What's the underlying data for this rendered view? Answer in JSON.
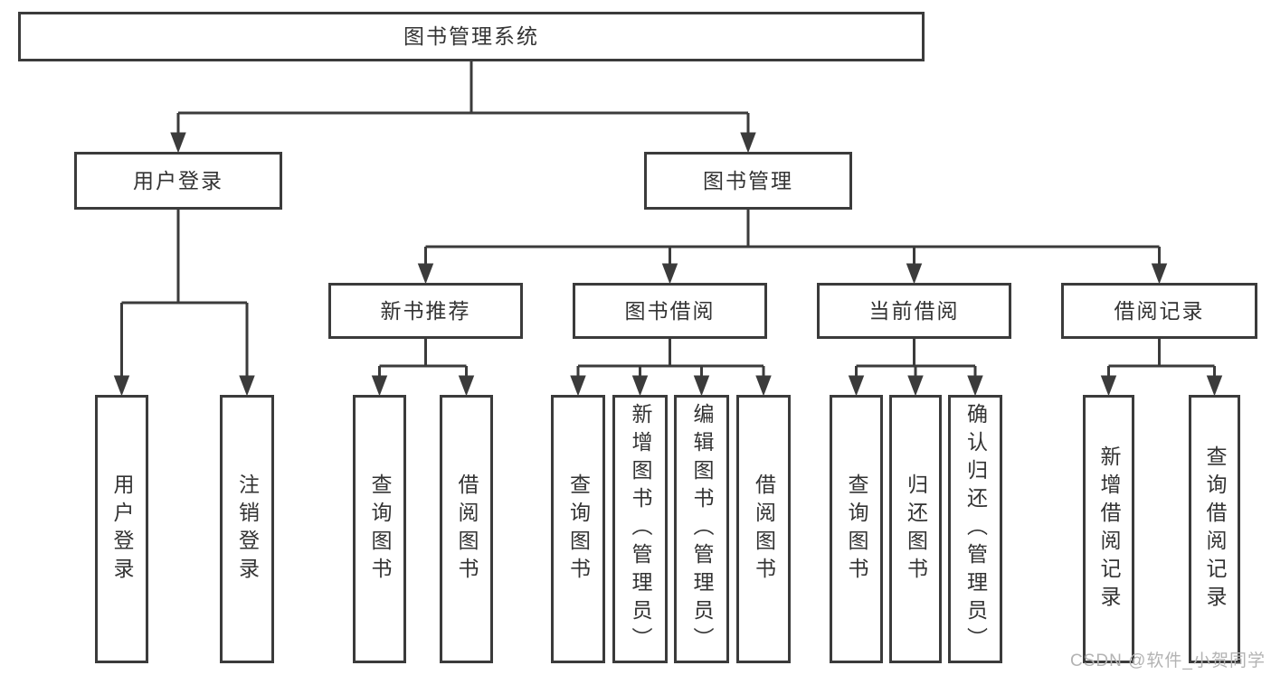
{
  "colors": {
    "line": "#3b3b3b",
    "text": "#333333",
    "watermark": "#b3b3b3",
    "background": "#ffffff"
  },
  "diagram": {
    "root": {
      "label": "图书管理系统"
    },
    "level2": [
      {
        "label": "用户登录"
      },
      {
        "label": "图书管理"
      }
    ],
    "level3": [
      {
        "label": "新书推荐"
      },
      {
        "label": "图书借阅"
      },
      {
        "label": "当前借阅"
      },
      {
        "label": "借阅记录"
      }
    ],
    "leaves": {
      "user_login": [
        {
          "label": "用户登录"
        },
        {
          "label": "注销登录"
        }
      ],
      "new_book_recommend": [
        {
          "label": "查询图书"
        },
        {
          "label": "借阅图书"
        }
      ],
      "book_borrow": [
        {
          "label": "查询图书"
        },
        {
          "label": "新增图书（管理员）"
        },
        {
          "label": "编辑图书（管理员）"
        },
        {
          "label": "借阅图书"
        }
      ],
      "current_borrow": [
        {
          "label": "查询图书"
        },
        {
          "label": "归还图书"
        },
        {
          "label": "确认归还（管理员）"
        }
      ],
      "borrow_records": [
        {
          "label": "新增借阅记录"
        },
        {
          "label": "查询借阅记录"
        }
      ]
    },
    "watermark": "CSDN @软件_小贺同学"
  }
}
